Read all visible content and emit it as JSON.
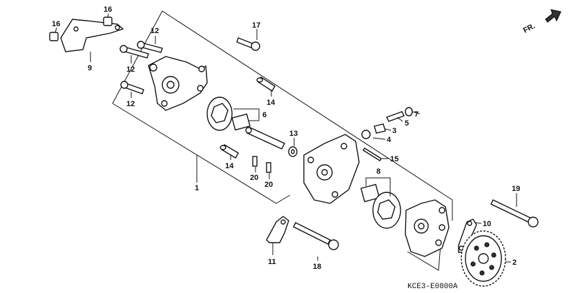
{
  "diagram_code": "KCE3-E0800A",
  "front_marker": "FR.",
  "callouts": [
    {
      "id": "c1",
      "text": "1"
    },
    {
      "id": "c2",
      "text": "2"
    },
    {
      "id": "c3",
      "text": "3"
    },
    {
      "id": "c4",
      "text": "4"
    },
    {
      "id": "c5",
      "text": "5"
    },
    {
      "id": "c6",
      "text": "6"
    },
    {
      "id": "c7",
      "text": "7"
    },
    {
      "id": "c8",
      "text": "8"
    },
    {
      "id": "c9",
      "text": "9"
    },
    {
      "id": "c10",
      "text": "10"
    },
    {
      "id": "c11",
      "text": "11"
    },
    {
      "id": "c12a",
      "text": "12"
    },
    {
      "id": "c12b",
      "text": "12"
    },
    {
      "id": "c12c",
      "text": "12"
    },
    {
      "id": "c13",
      "text": "13"
    },
    {
      "id": "c14a",
      "text": "14"
    },
    {
      "id": "c14b",
      "text": "14"
    },
    {
      "id": "c15",
      "text": "15"
    },
    {
      "id": "c16a",
      "text": "16"
    },
    {
      "id": "c16b",
      "text": "16"
    },
    {
      "id": "c17",
      "text": "17"
    },
    {
      "id": "c18",
      "text": "18"
    },
    {
      "id": "c19",
      "text": "19"
    },
    {
      "id": "c20a",
      "text": "20"
    },
    {
      "id": "c20b",
      "text": "20"
    }
  ]
}
